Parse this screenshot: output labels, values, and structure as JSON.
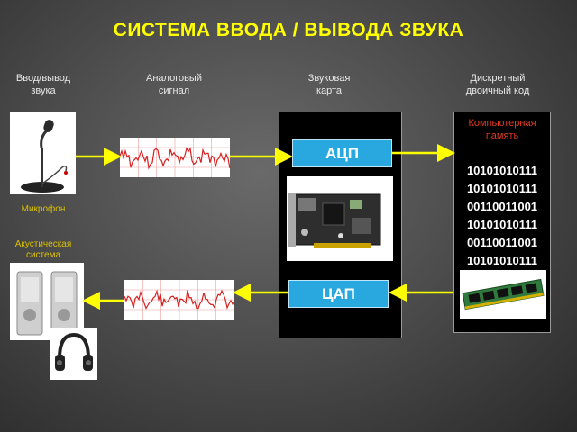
{
  "title": "СИСТЕМА  ВВОДА / ВЫВОДА  ЗВУКА",
  "columns": {
    "io": "Ввод/вывод\nзвука",
    "analog": "Аналоговый\nсигнал",
    "card": "Звуковая\nкарта",
    "digital": "Дискретный\nдвоичный код"
  },
  "converters": {
    "adc": "АЦП",
    "dac": "ЦАП"
  },
  "memory": {
    "title": "Компьютерная\nпамять"
  },
  "binary_codes": [
    "10101010111",
    "10101010111",
    "00110011001",
    "10101010111",
    "00110011001",
    "10101010111"
  ],
  "devices": {
    "microphone": "Микрофон",
    "speakers": "Акустическая\nсистема"
  },
  "colors": {
    "title": "#ffff00",
    "arrow": "#ffff00",
    "converter": "#29a8e0",
    "memory_title": "#e23a1e",
    "signal": "#d62020"
  }
}
